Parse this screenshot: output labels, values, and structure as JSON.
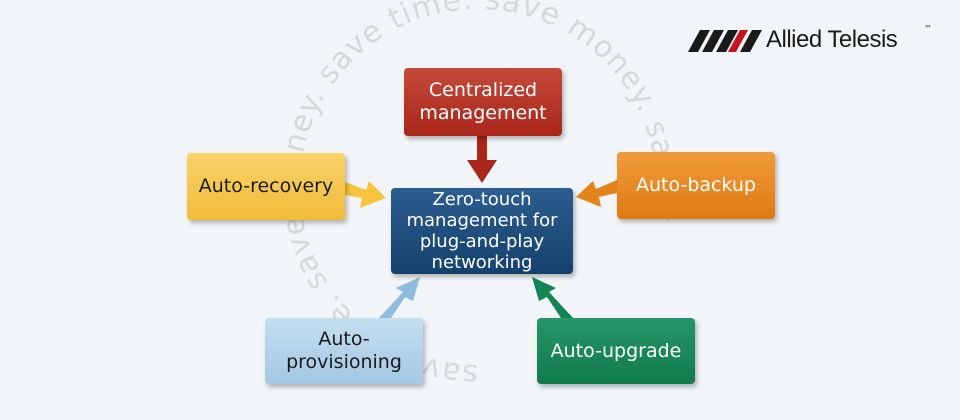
{
  "background_color": "#f1f5f8",
  "ring_text": {
    "line": "save time. save money. save time. save money. save t",
    "color": "#d6d9db"
  },
  "logo": {
    "name": "Allied Telesis",
    "trademark": "™"
  },
  "boxes": {
    "central": {
      "lines": [
        "Centralized",
        "management"
      ],
      "color": "#b3301f"
    },
    "recovery": {
      "lines": [
        "Auto-recovery"
      ],
      "color": "#f4c84e"
    },
    "backup": {
      "lines": [
        "Auto-backup"
      ],
      "color": "#e6871f"
    },
    "center": {
      "lines": [
        "Zero-touch",
        "management for",
        "plug-and-play",
        "networking"
      ],
      "color": "#1d4c7c"
    },
    "provisioning": {
      "lines": [
        "Auto-provisioning"
      ],
      "color": "#b4d3ea"
    },
    "upgrade": {
      "lines": [
        "Auto-upgrade"
      ],
      "color": "#178656"
    }
  },
  "arrow_colors": {
    "central": "#a9261a",
    "recovery": "#f6c53c",
    "backup": "#e3841b",
    "provisioning": "#8fbcdf",
    "upgrade": "#138454"
  }
}
